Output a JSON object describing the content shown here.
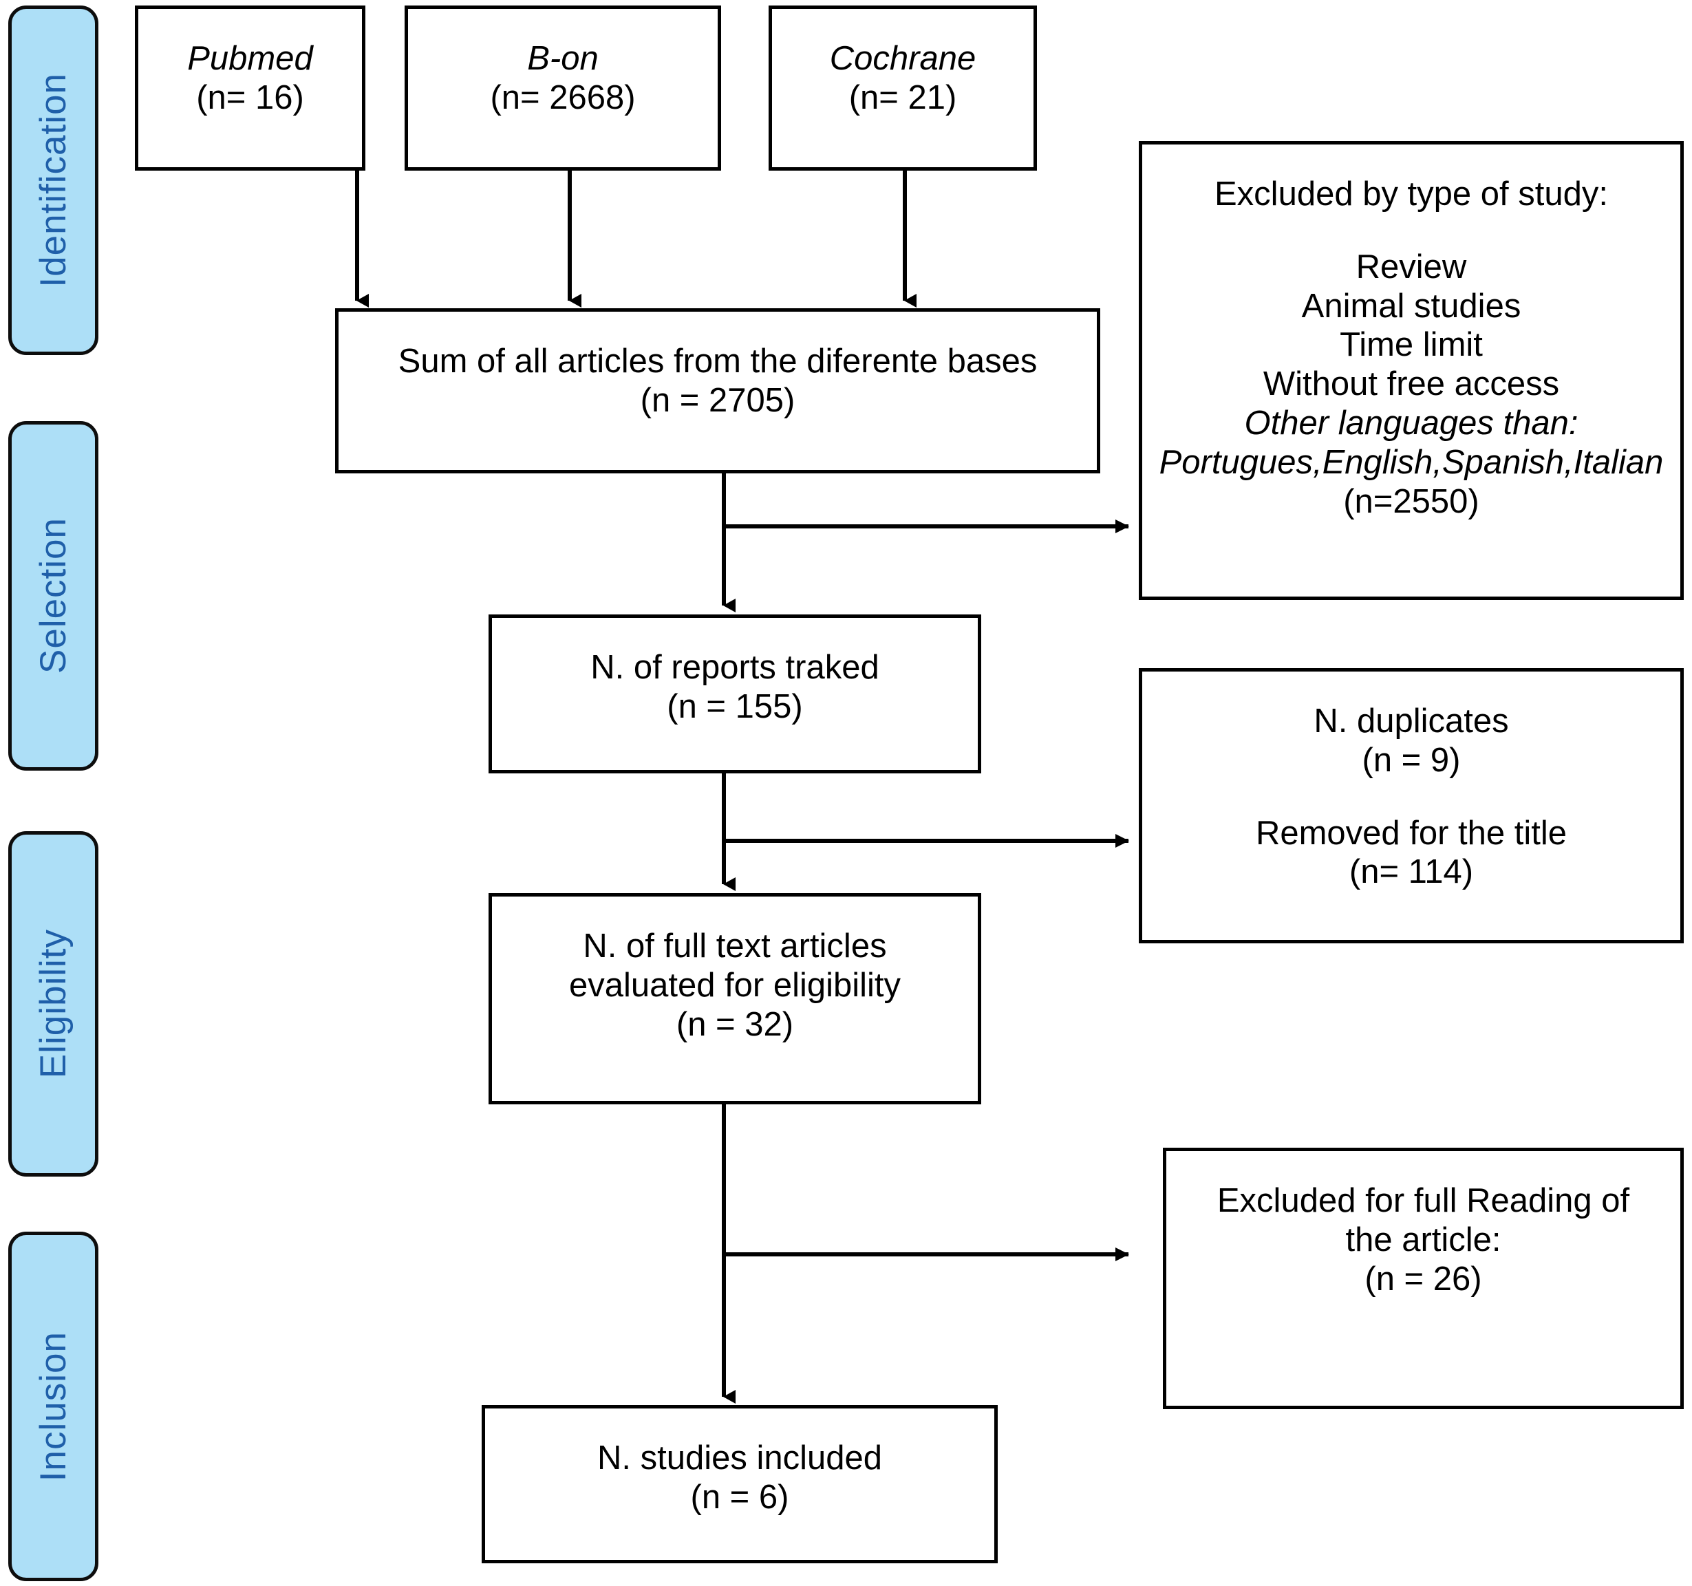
{
  "diagram": {
    "type": "prisma-flow-diagram",
    "stages": [
      {
        "id": "identification",
        "label": "Identification"
      },
      {
        "id": "selection",
        "label": "Selection"
      },
      {
        "id": "eligibility",
        "label": "Eligibility"
      },
      {
        "id": "inclusion",
        "label": "Inclusion"
      }
    ],
    "colors": {
      "stage_fill": "#ADDFF7",
      "stage_text": "#1F5FA9",
      "stage_border": "#0D0D0D",
      "box_border": "#000000",
      "box_fill": "#FFFFFF",
      "connector": "#000000"
    },
    "sources": [
      {
        "id": "pubmed",
        "name": "Pubmed",
        "count_label": "(n= 16)",
        "n": 16
      },
      {
        "id": "bon",
        "name": "B-on",
        "count_label": "(n= 2668)",
        "n": 2668
      },
      {
        "id": "cochrane",
        "name": "Cochrane",
        "count_label": "(n= 21)",
        "n": 21
      }
    ],
    "nodes": {
      "sum": {
        "line1": "Sum of all articles from the diferente bases",
        "line2": "(n = 2705)",
        "n": 2705
      },
      "excluded_type": {
        "heading": "Excluded by type of study:",
        "reasons": [
          "Review",
          "Animal studies",
          "Time limit",
          "Without free access"
        ],
        "languages_label": "Other languages than:",
        "languages_list": "Portugues,English,Spanish,Italian",
        "count_label": "(n=2550)",
        "n": 2550
      },
      "reports_tracked": {
        "line1": "N. of reports traked",
        "line2": "(n = 155)",
        "n": 155
      },
      "duplicates": {
        "line1": "N. duplicates",
        "line2": "(n = 9)",
        "line3": "Removed for the title",
        "line4": "(n= 114)",
        "n_duplicates": 9,
        "n_removed_title": 114
      },
      "full_text": {
        "line1": "N. of full text articles",
        "line2": "evaluated for eligibility",
        "line3": "(n = 32)",
        "n": 32
      },
      "excluded_reading": {
        "line1": "Excluded for full Reading of",
        "line2": "the article:",
        "line3": "(n = 26)",
        "n": 26
      },
      "included": {
        "line1": "N. studies included",
        "line2": "(n = 6)",
        "n": 6
      }
    }
  }
}
